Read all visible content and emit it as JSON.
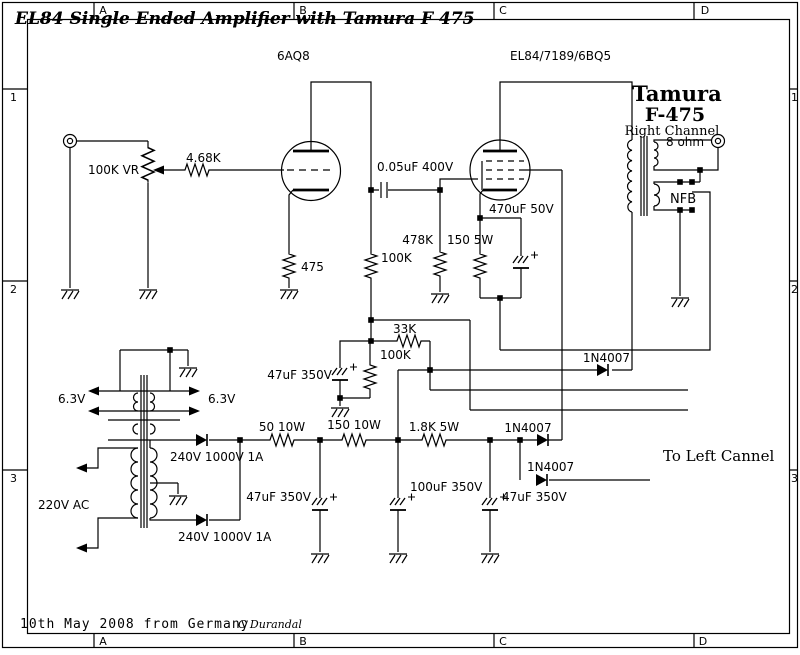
{
  "title": "EL84 Single Ended Amplifier with Tamura F 475",
  "colors": {
    "title": "#1a1acc",
    "title_halo": "#a8b4f8",
    "ink": "#000000"
  },
  "frame": {
    "top": [
      "A",
      "B",
      "C",
      "D"
    ],
    "bottom": [
      "A",
      "B",
      "C",
      "D"
    ],
    "left": [
      "1",
      "2",
      "3"
    ],
    "right": [
      "1",
      "2",
      "3"
    ]
  },
  "tubes": {
    "v1": "6AQ8",
    "v2": "EL84/7189/6BQ5"
  },
  "labels": {
    "volume_pot": "100K VR",
    "grid_stopper": "4.68K",
    "v1_cathode_r": "475",
    "coupling_cap": "0.05uF 400V",
    "v1_plate_r": "100K",
    "v2_grid_r": "478K",
    "v2_cathode_r": "150 5W",
    "v2_cathode_c": "470uF 50V",
    "decouple_r": "33K",
    "bleeder_r": "100K",
    "decouple_c": "47uF 350V",
    "opt_brand": "Tamura",
    "opt_model": "F-475",
    "opt_channel": "Right Channel",
    "opt_tap": "8 ohm",
    "opt_nfb": "NFB",
    "heater_left": "6.3V",
    "heater_right": "6.3V",
    "mains": "220V AC",
    "rect_diode_1": "240V 1000V 1A",
    "rect_diode_2": "240V 1000V 1A",
    "psu_r1": "50 10W",
    "psu_r2": "150 10W",
    "psu_r3": "1.8K 5W",
    "psu_c1": "47uF 350V",
    "psu_c2": "100uF 350V",
    "psu_c3": "47uF 350V",
    "diode_opt": "1N4007",
    "diode_screen": "1N4007",
    "diode_left_ch": "1N4007",
    "to_left": "To Left Cannel"
  },
  "footer": {
    "date": "10th May 2008 from Germany",
    "credit": "C Durandal"
  }
}
